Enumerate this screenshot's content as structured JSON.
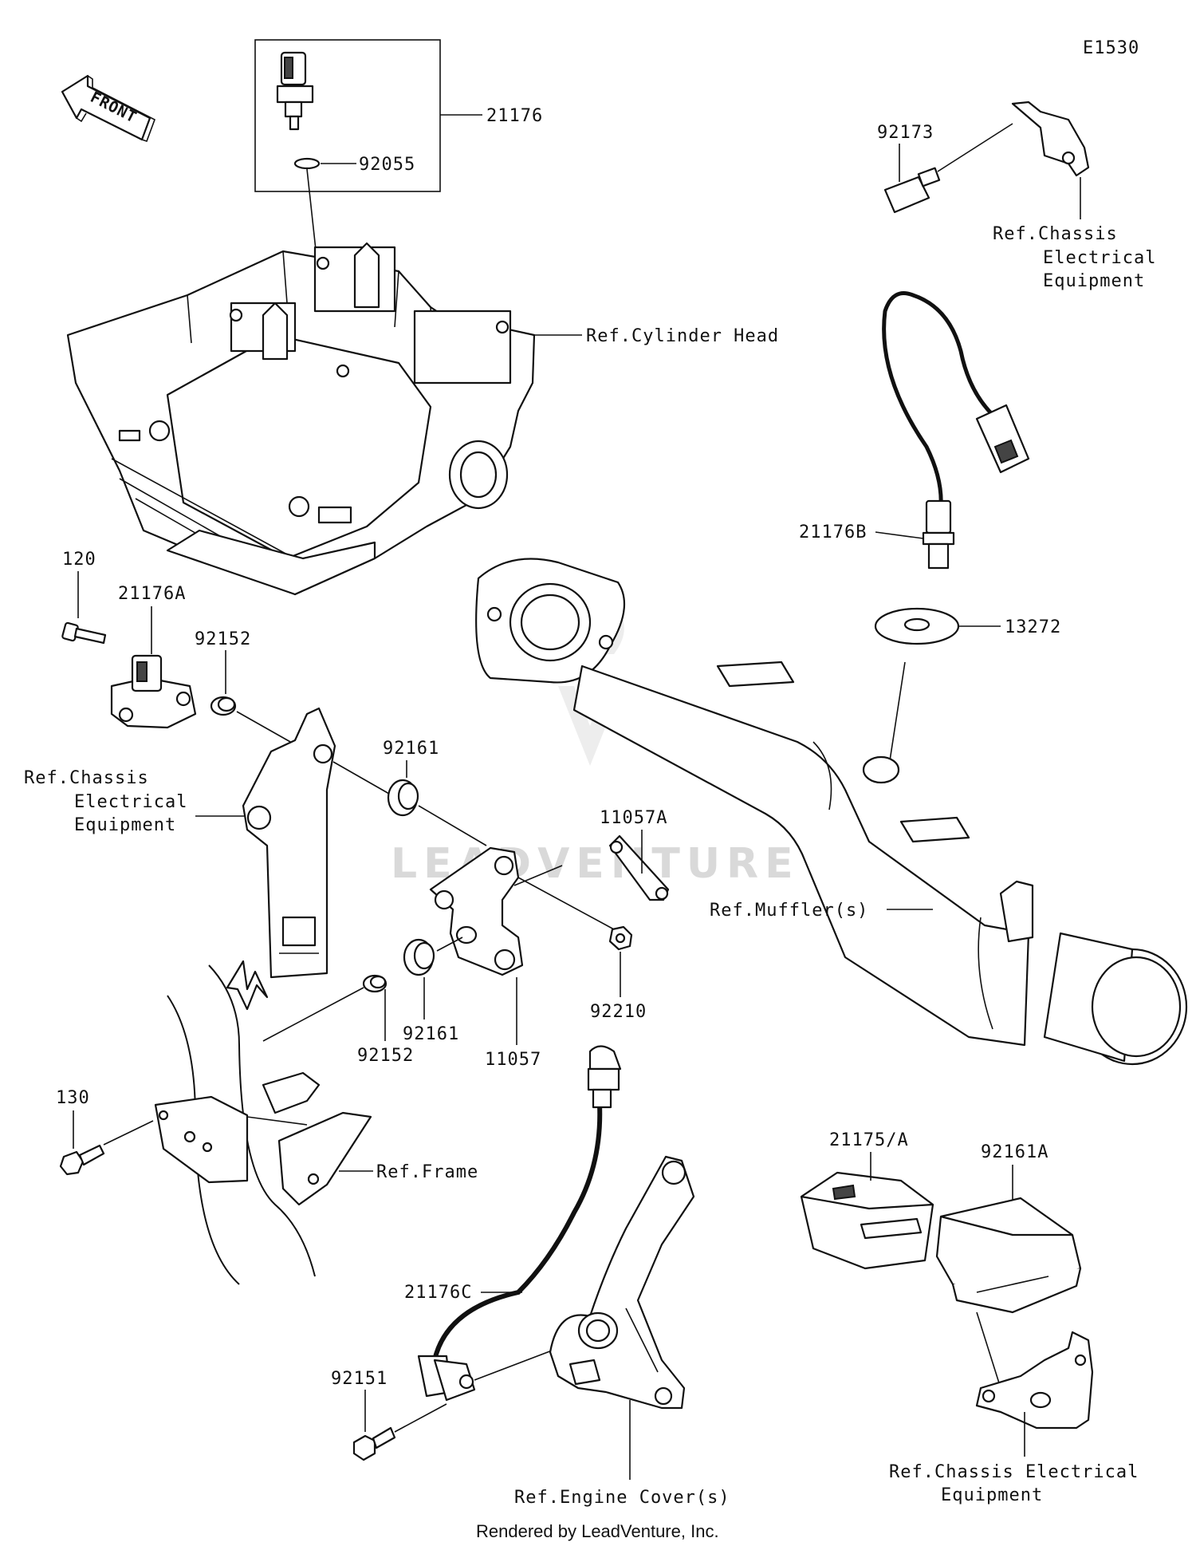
{
  "diagram_code": "E1530",
  "front_label": "FRONT",
  "watermark": "LEADVENTURE",
  "footer": "Rendered by LeadVenture, Inc.",
  "parts": {
    "p21176": "21176",
    "p92055": "92055",
    "p92173": "92173",
    "p21176B": "21176B",
    "p13272": "13272",
    "p120": "120",
    "p21176A": "21176A",
    "p92152a": "92152",
    "p92161a": "92161",
    "p11057A": "11057A",
    "p92210": "92210",
    "p92161b": "92161",
    "p92152b": "92152",
    "p11057": "11057",
    "p130": "130",
    "p21175A": "21175/A",
    "p92161A": "92161A",
    "p21176C": "21176C",
    "p92151": "92151"
  },
  "refs": {
    "chassis_top": [
      "Ref.Chassis",
      "Electrical",
      "Equipment"
    ],
    "cylinder_head": "Ref.Cylinder Head",
    "chassis_left": [
      "Ref.Chassis",
      "Electrical",
      "Equipment"
    ],
    "muffler": "Ref.Muffler(s)",
    "frame": "Ref.Frame",
    "engine_cover": "Ref.Engine Cover(s)",
    "chassis_bottom": [
      "Ref.Chassis Electrical",
      "Equipment"
    ]
  }
}
